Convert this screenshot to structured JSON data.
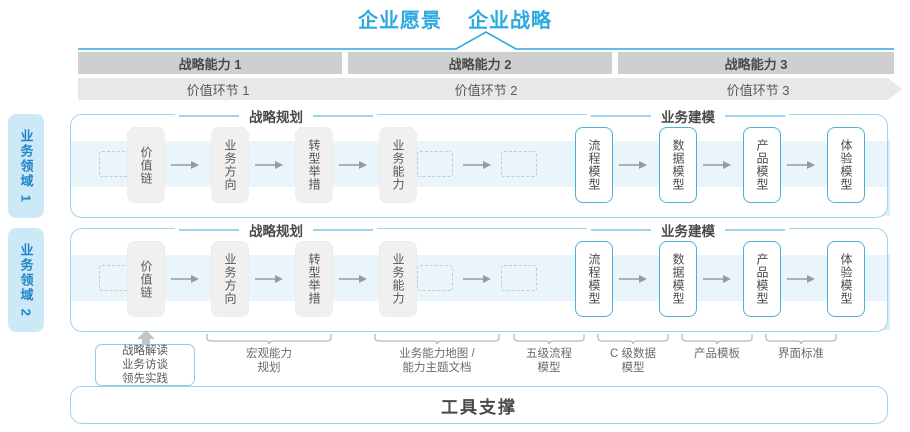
{
  "header": {
    "vision_label": "企业愿景",
    "strategy_label": "企业战略"
  },
  "capability_bands": [
    {
      "capability": "战略能力 1",
      "value_stage": "价值环节 1"
    },
    {
      "capability": "战略能力 2",
      "value_stage": "价值环节 2"
    },
    {
      "capability": "战略能力 3",
      "value_stage": "价值环节 3"
    }
  ],
  "domains": [
    {
      "label": "业务领域 1"
    },
    {
      "label": "业务领域 2"
    }
  ],
  "sections": {
    "planning_title": "战略规划",
    "modeling_title": "业务建模"
  },
  "steps": {
    "planning": [
      "价值链",
      "业务方向",
      "转型举措",
      "业务能力"
    ],
    "modeling": [
      "流程模型",
      "数据模型",
      "产品模型",
      "体验模型"
    ]
  },
  "annotations": [
    {
      "text": "战略解读\n业务访谈\n领先实践",
      "boxed": true
    },
    {
      "text": "宏观能力\n规划",
      "boxed": false
    },
    {
      "text": "业务能力地图 /\n能力主题文档",
      "boxed": false
    },
    {
      "text": "五级流程\n模型",
      "boxed": false
    },
    {
      "text": "C 级数据\n模型",
      "boxed": false
    },
    {
      "text": "产品模板",
      "boxed": false
    },
    {
      "text": "界面标准",
      "boxed": false
    }
  ],
  "footer": {
    "tools_label": "工具支撑"
  },
  "colors": {
    "accent_blue": "#2BA9E0",
    "soft_blue": "#9FD4EC",
    "band_blue": "#EAF4FB",
    "tab_blue": "#CDE8F7",
    "cap_grey": "#CFCFCF",
    "val_grey": "#E8E8E8",
    "chip_grey": "#F0F0F0",
    "text_dark": "#4A4A4A"
  }
}
